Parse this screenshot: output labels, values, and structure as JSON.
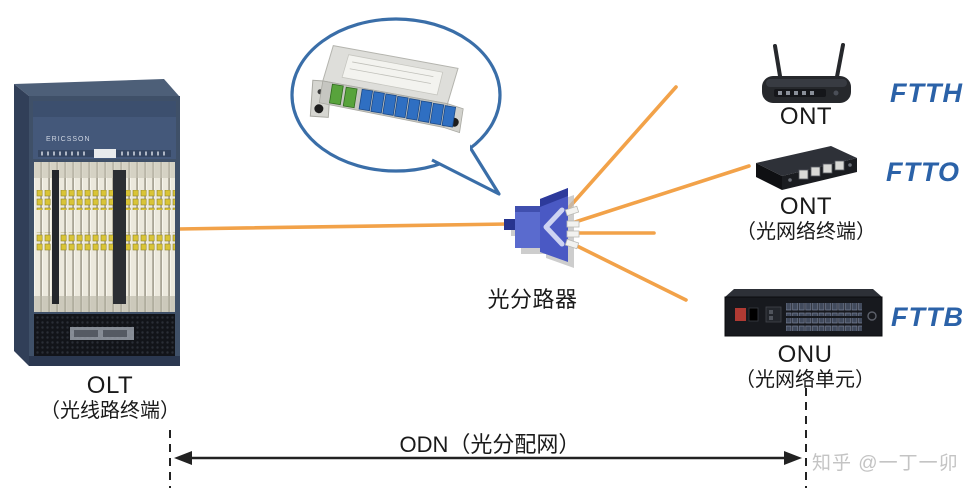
{
  "colors": {
    "fiber_orange": "#F2A249",
    "bubble_blue": "#3A6EA8",
    "fttx_blue": "#2B62A8",
    "watermark_gray": "#C4C4C4",
    "chassis_blue": "#3F5068"
  },
  "olt": {
    "label": "OLT",
    "sublabel": "（光线路终端）"
  },
  "splitter": {
    "label": "光分路器"
  },
  "ftth": {
    "device_label": "ONT",
    "tag": "FTTH"
  },
  "ftto": {
    "device_label": "ONT",
    "sublabel": "（光网络终端）",
    "tag": "FTTO"
  },
  "fttb": {
    "device_label": "ONU",
    "sublabel": "（光网络单元）",
    "tag": "FTTB"
  },
  "odn": {
    "label": "ODN（光分配网）"
  },
  "watermark": {
    "text": "知乎 @一丁一卯"
  }
}
